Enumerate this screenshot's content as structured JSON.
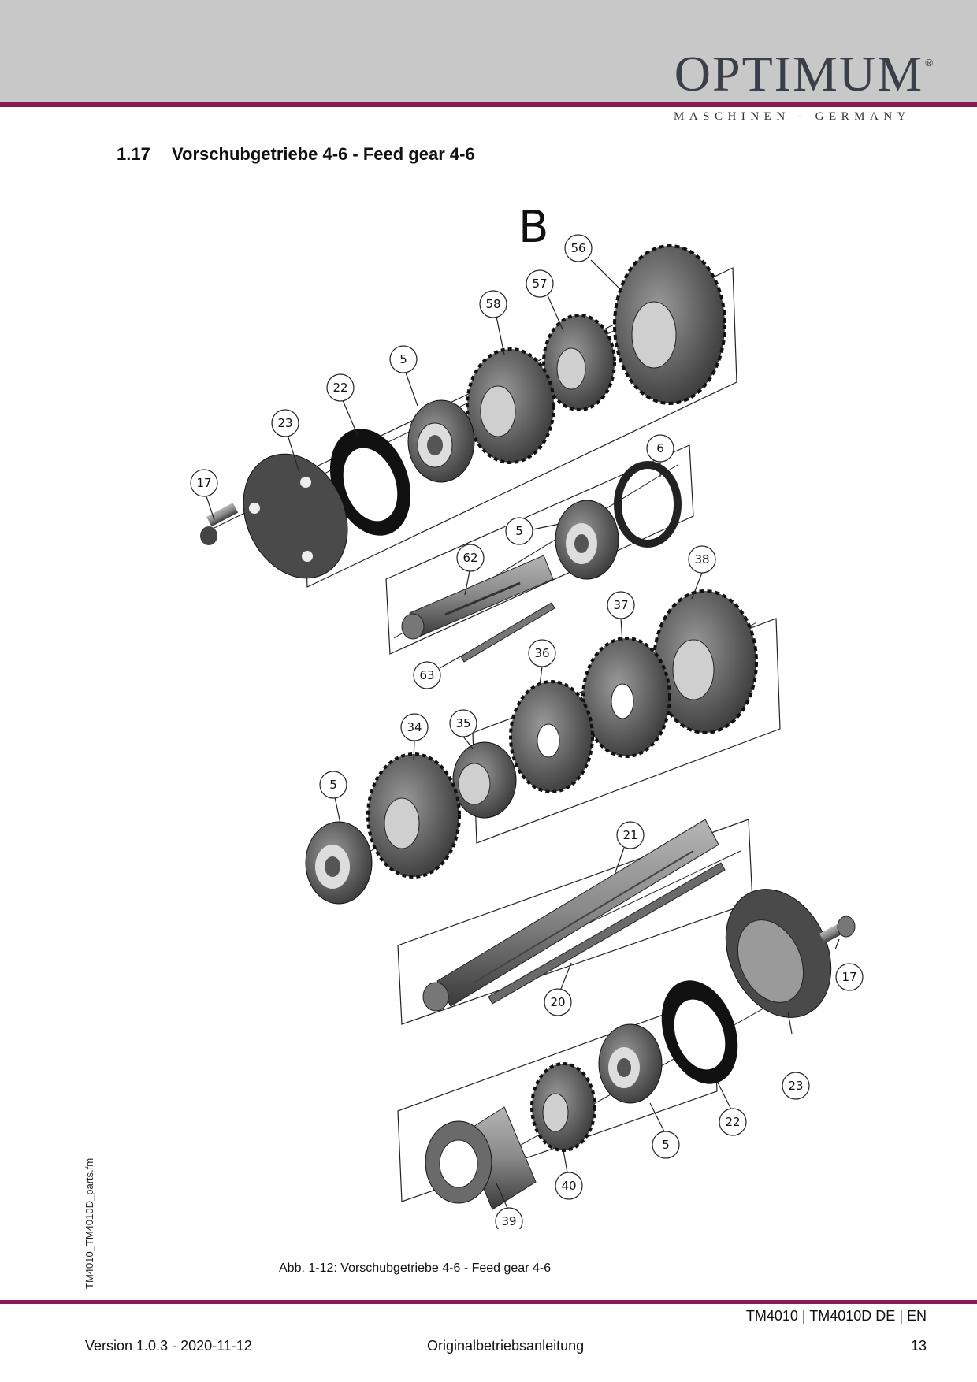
{
  "header": {
    "brand": "OPTIMUM",
    "registered": "®",
    "tagline": "MASCHINEN - GERMANY"
  },
  "section": {
    "number": "1.17",
    "title": "Vorschubgetriebe 4-6  - Feed gear 4-6"
  },
  "figure": {
    "group_label": "B",
    "callouts": [
      "56",
      "57",
      "58",
      "5",
      "22",
      "23",
      "17",
      "6",
      "5",
      "62",
      "38",
      "37",
      "63",
      "36",
      "34",
      "35",
      "5",
      "21",
      "17",
      "20",
      "23",
      "22",
      "5",
      "40",
      "39"
    ],
    "caption": "Abb. 1-12:   Vorschubgetriebe 4-6 - Feed gear 4-6"
  },
  "side_label": "TM4010_TM4010D_parts.fm",
  "footer": {
    "model": "TM4010  |  TM4010D    DE | EN",
    "version": "Version 1.0.3 - 2020-11-12",
    "doc_type": "Originalbetriebsanleitung",
    "page": "13"
  },
  "colors": {
    "accent": "#8a1a55",
    "header_band": "#c8c8c8",
    "part_fill": "#5a5a5a"
  }
}
